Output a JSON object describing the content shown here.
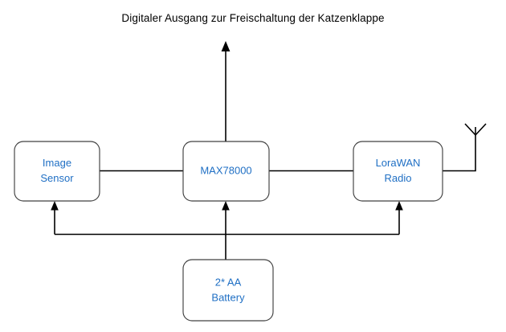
{
  "title": "Digitaler Ausgang zur Freischaltung der Katzenklappe",
  "colors": {
    "node_text": "#1F6FC4",
    "node_border": "#404040",
    "node_fill": "#FFFFFF",
    "wire": "#000000",
    "title_text": "#000000",
    "background": "#FFFFFF"
  },
  "nodes": {
    "image_sensor": {
      "line1": "Image",
      "line2": "Sensor"
    },
    "mcu": {
      "line1": "MAX78000"
    },
    "radio": {
      "line1": "LoraWAN",
      "line2": "Radio"
    },
    "battery": {
      "line1": "2* AA",
      "line2": "Battery"
    }
  },
  "icons": {
    "antenna": "antenna-icon",
    "output_arrow": "up-arrow-icon"
  },
  "connections": [
    {
      "name": "sensor-to-mcu",
      "from": "image_sensor",
      "to": "mcu",
      "arrow": false
    },
    {
      "name": "mcu-to-radio",
      "from": "mcu",
      "to": "radio",
      "arrow": false
    },
    {
      "name": "radio-to-antenna",
      "from": "radio",
      "to": "antenna",
      "arrow": false
    },
    {
      "name": "mcu-digital-output",
      "from": "mcu",
      "to": "digital-output",
      "arrow": true
    },
    {
      "name": "battery-to-mcu",
      "from": "battery",
      "to": "mcu",
      "arrow": true
    },
    {
      "name": "battery-to-image-sensor",
      "from": "battery",
      "to": "image_sensor",
      "arrow": true
    },
    {
      "name": "battery-to-radio",
      "from": "battery",
      "to": "radio",
      "arrow": true
    }
  ]
}
